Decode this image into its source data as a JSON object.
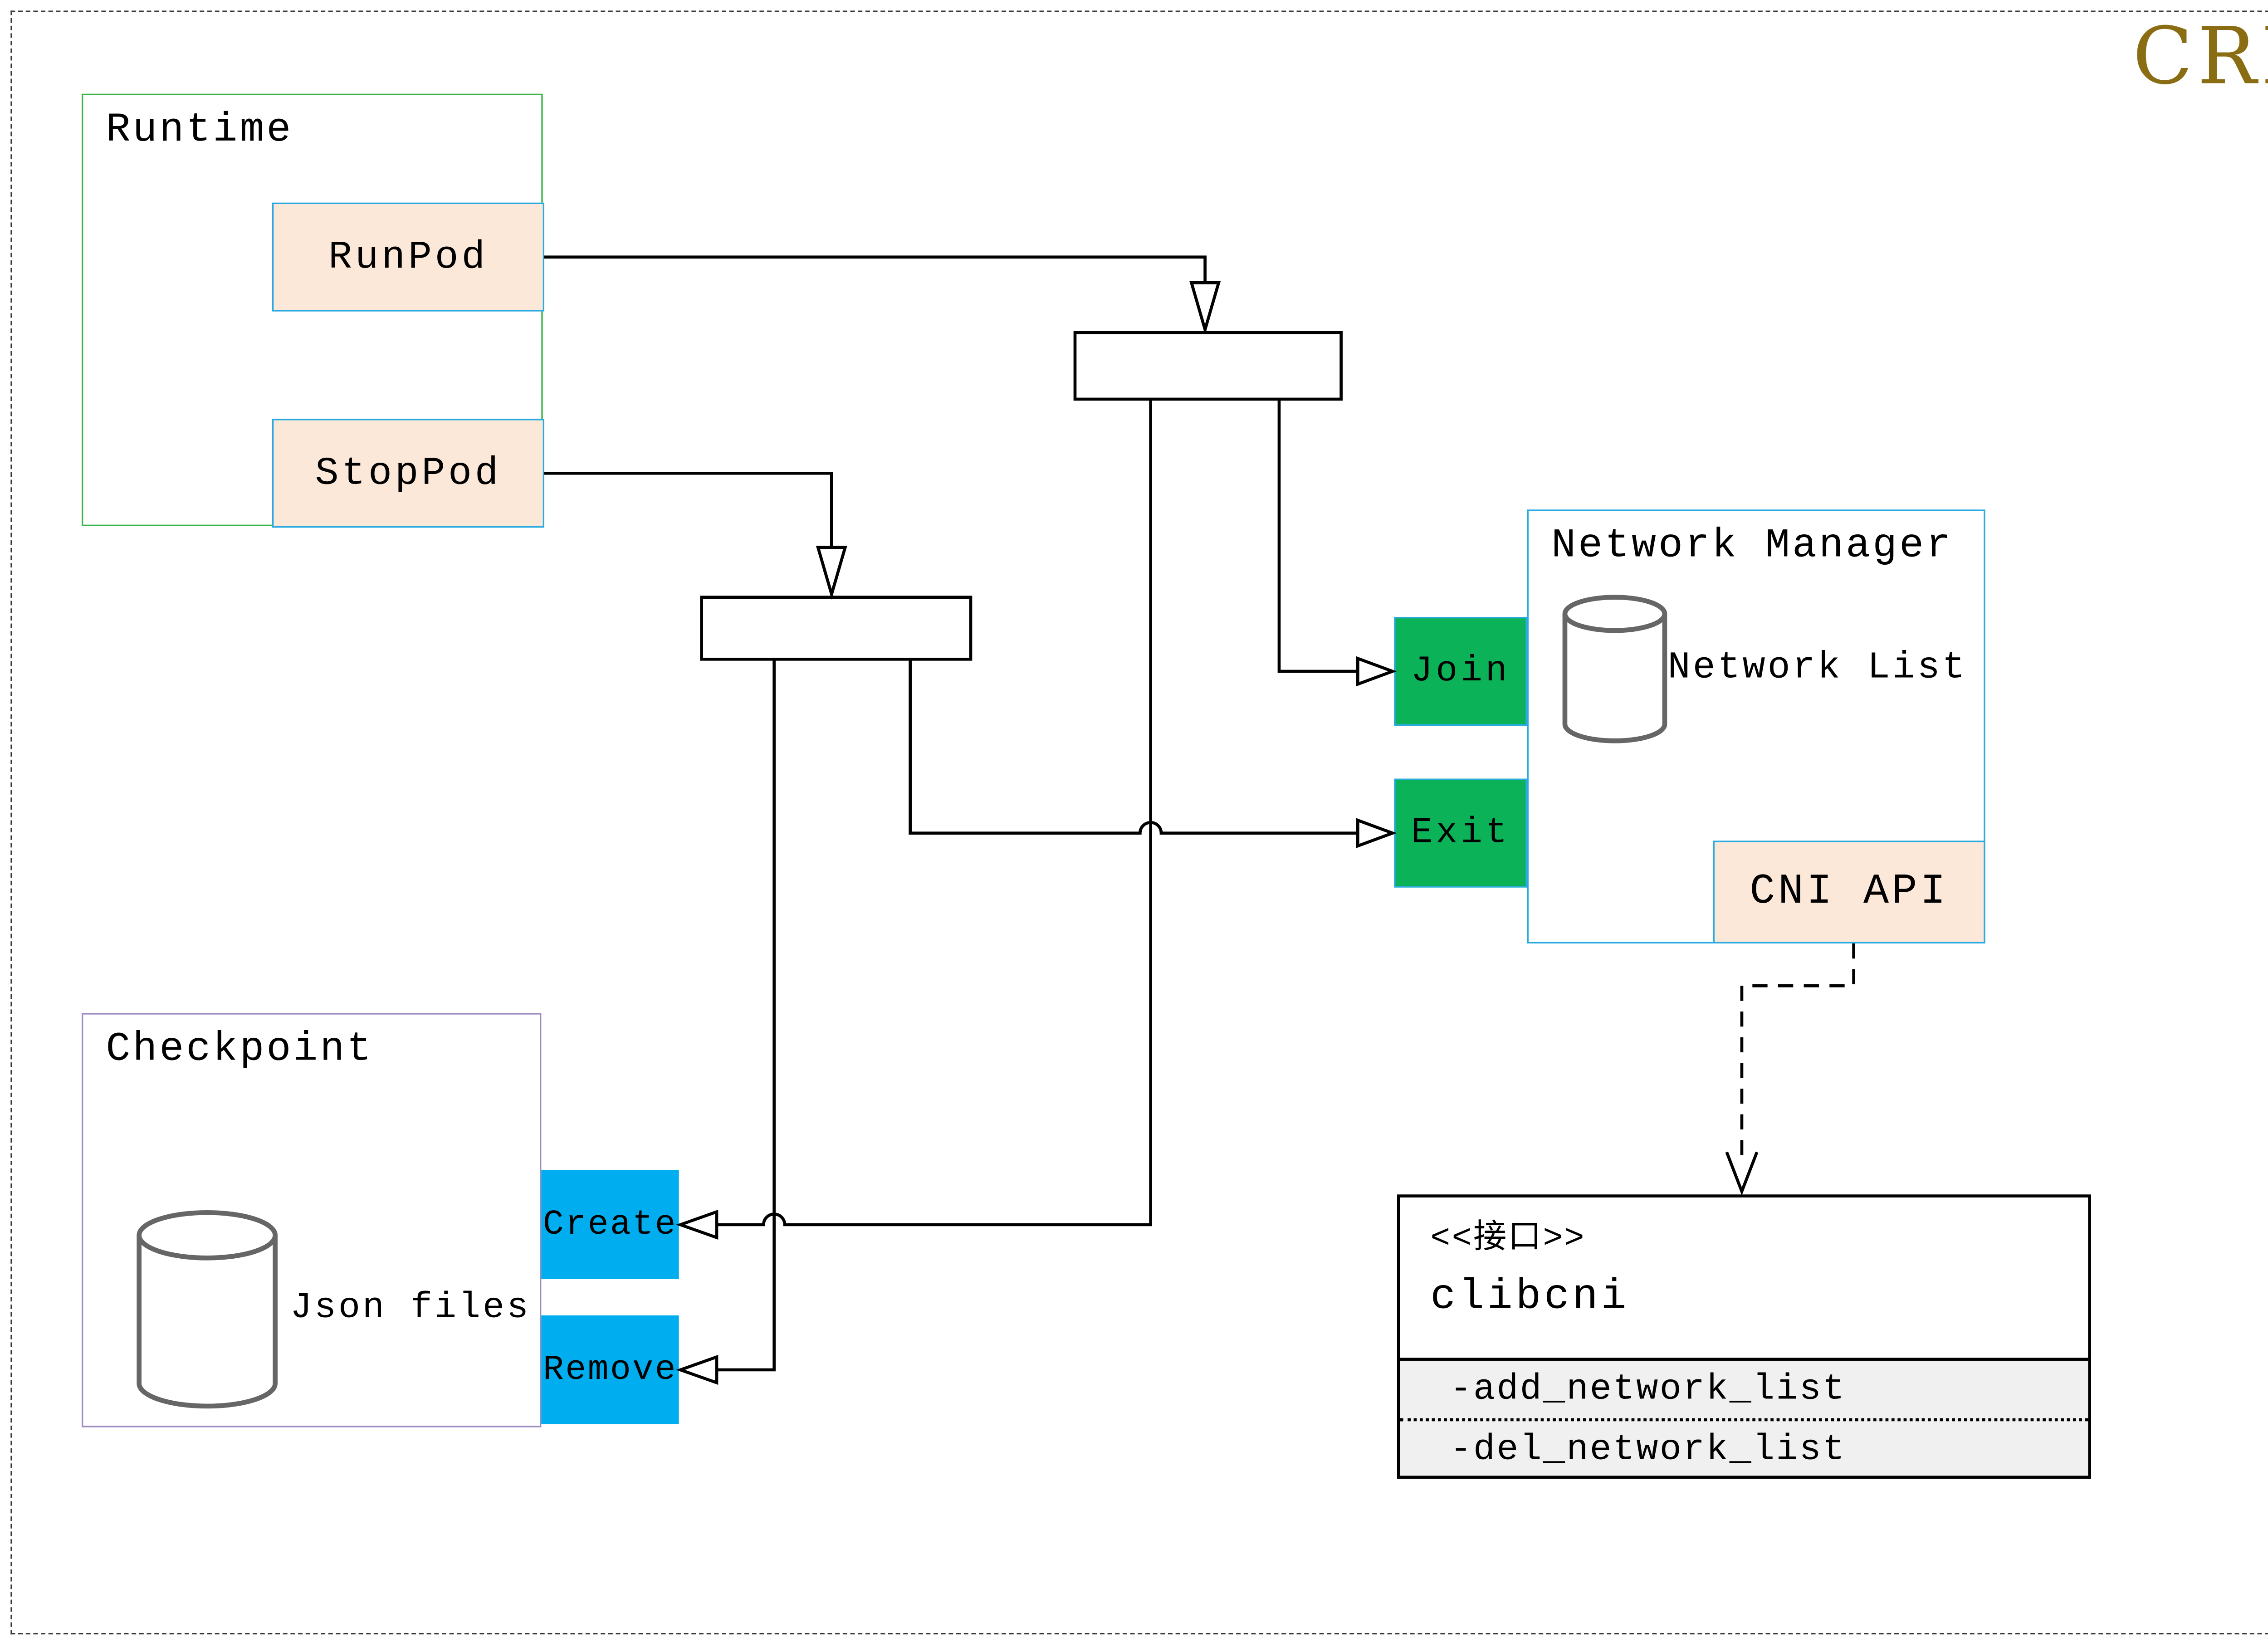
{
  "title": "CRI",
  "runtime": {
    "label": "Runtime",
    "runpod_label": "RunPod",
    "stoppod_label": "StopPod"
  },
  "checkpoint": {
    "label": "Checkpoint",
    "database_label": "Json files",
    "create_label": "Create",
    "remove_label": "Remove"
  },
  "network_manager": {
    "label": "Network Manager",
    "database_label": "Network List",
    "join_label": "Join",
    "exit_label": "Exit",
    "cni_api_label": "CNI API"
  },
  "clibcni": {
    "stereotype": "<<接口>>",
    "name": "clibcni",
    "methods": [
      "-add_network_list",
      "-del_network_list"
    ]
  },
  "colors": {
    "title_gold": "#8a6d13",
    "runtime_border_green": "#3ab54a",
    "checkpoint_border_purple": "#9b8ac1",
    "manager_border_blue": "#29abe2",
    "method_box_fill_peach": "#fce8d9",
    "join_exit_green": "#0cb258",
    "create_remove_cyan": "#00aeef",
    "clibcni_section_gray": "#f0f0f0",
    "db_icon_gray": "#666666",
    "line_black": "#000000"
  }
}
